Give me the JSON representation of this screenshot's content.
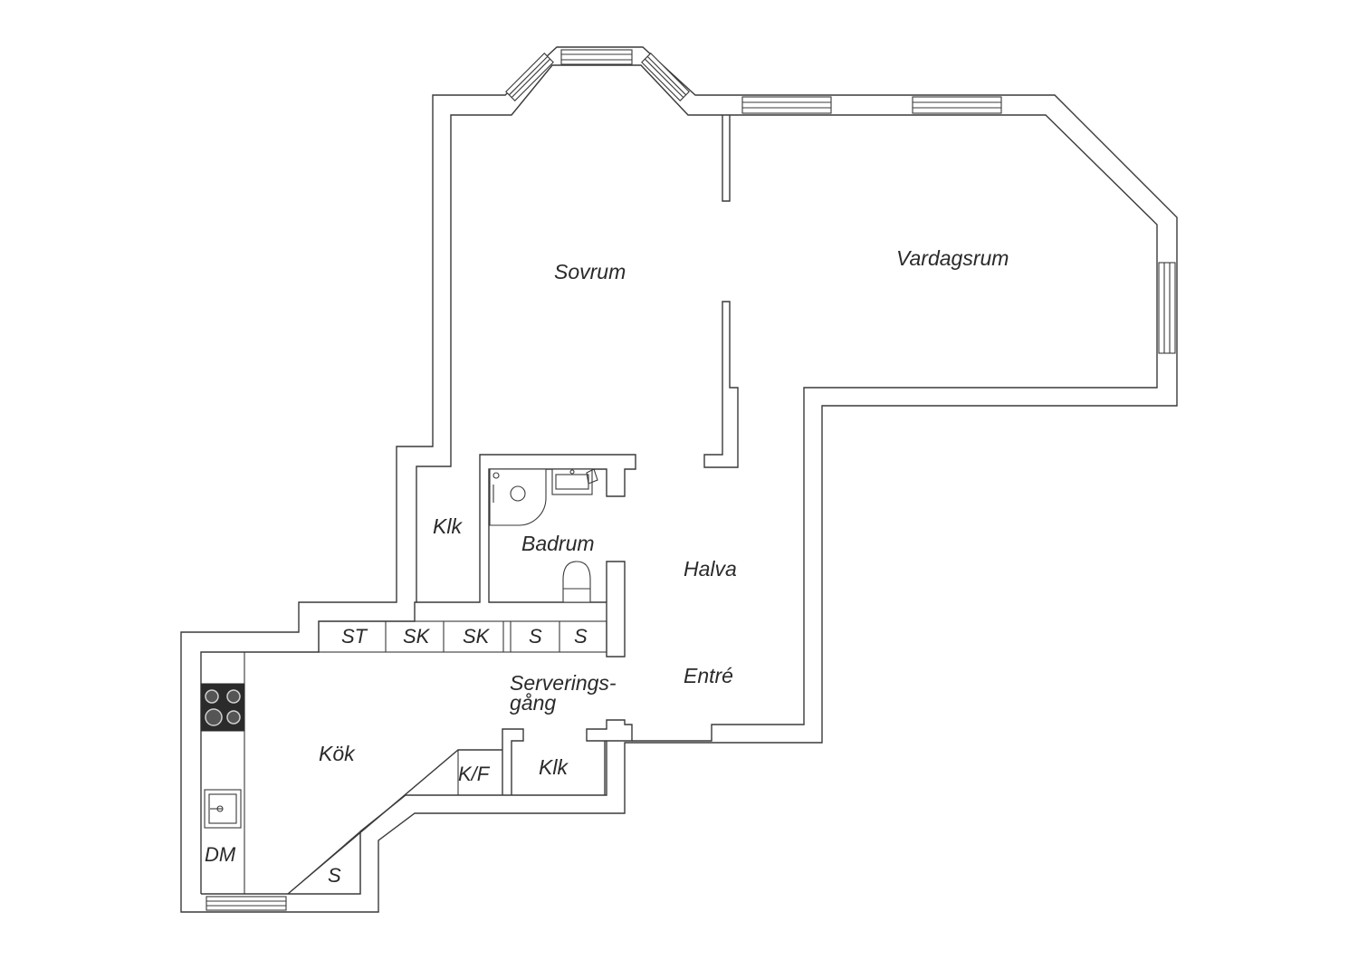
{
  "floor_plan": {
    "rooms": {
      "sovrum": "Sovrum",
      "vardagsrum": "Vardagsrum",
      "klk_upper": "Klk",
      "badrum": "Badrum",
      "halva": "Halva",
      "entre": "Entré",
      "serverings_line1": "Serverings-",
      "serverings_line2": "gång",
      "kok": "Kök",
      "kf": "K/F",
      "klk_lower": "Klk",
      "dm": "DM",
      "s_corner": "S"
    },
    "storage": [
      "ST",
      "SK",
      "SK",
      "S",
      "S"
    ],
    "colors": {
      "line": "#3a3a3a",
      "stove": "#2b2b2b",
      "background": "#ffffff"
    }
  }
}
